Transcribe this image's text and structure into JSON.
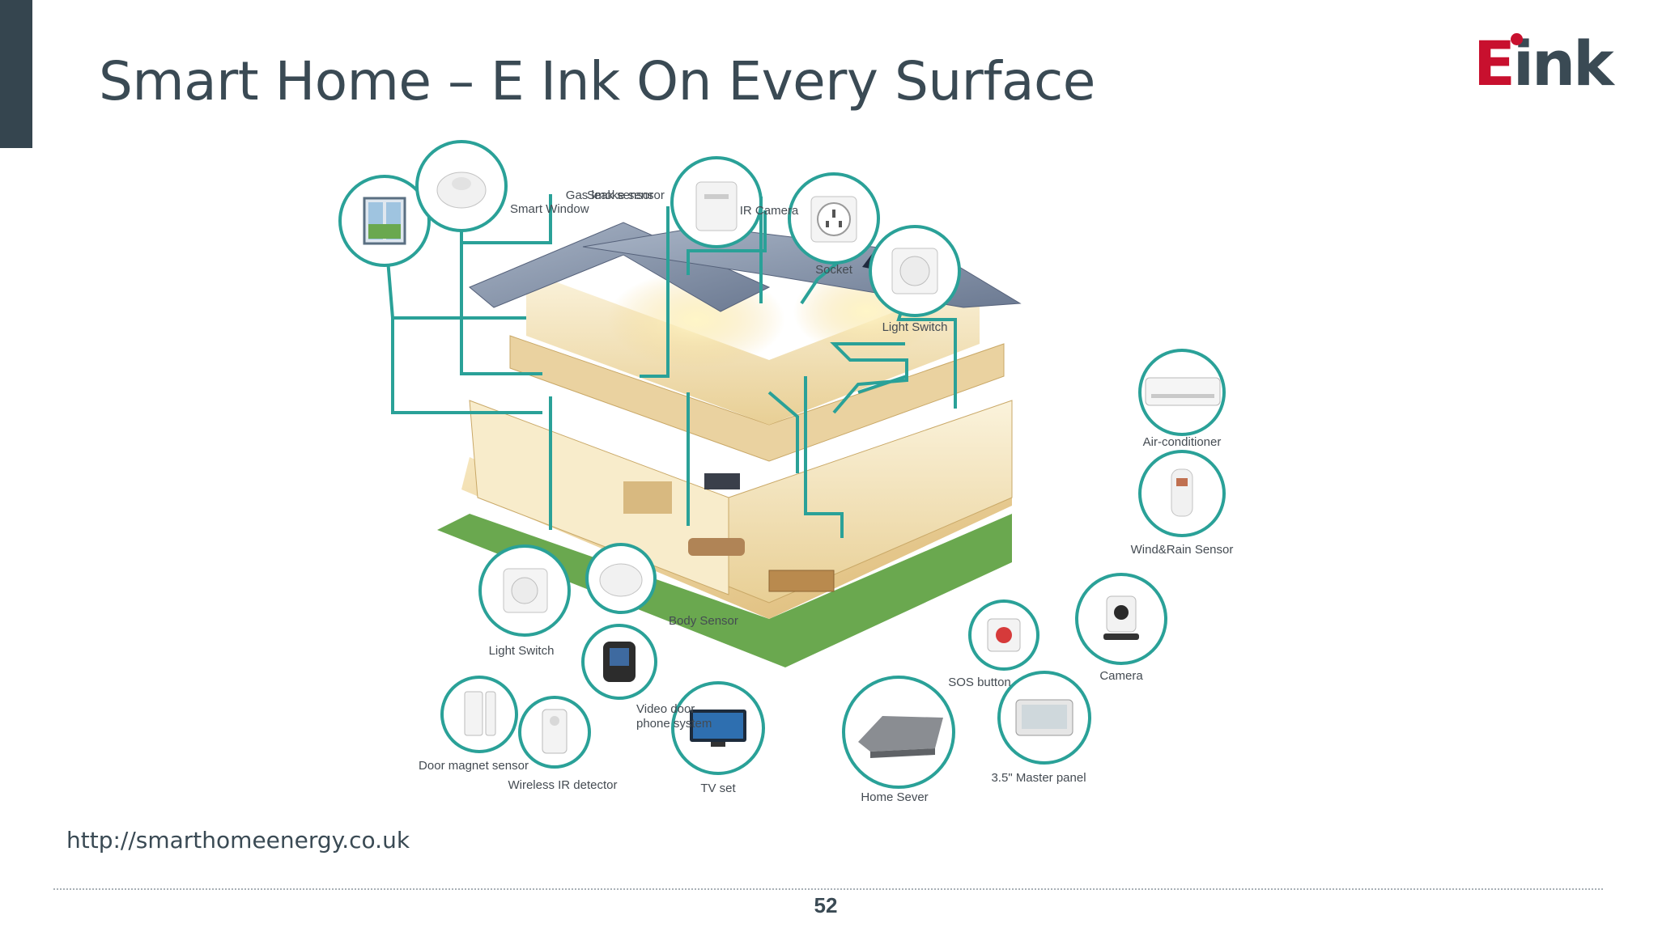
{
  "slide": {
    "title": "Smart Home – E Ink On Every Surface",
    "logo_text": "Eink",
    "source_url": "http://smarthomeenergy.co.uk",
    "page_number": "52"
  },
  "colors": {
    "accent_teal": "#2aa198",
    "title_text": "#3a4a54",
    "side_bar": "#35454f",
    "logo_red": "#c8102e"
  },
  "devices": {
    "smart_window": "Smart Window",
    "gas_leak_sensor": "Gas leak sensor",
    "smoke_sensor": "Smoke sensor",
    "ir_camera": "IR Camera",
    "socket": "Socket",
    "light_switch_top": "Light Switch",
    "air_conditioner": "Air-conditioner",
    "wind_rain_sensor": "Wind&Rain Sensor",
    "camera": "Camera",
    "body_sensor": "Body Sensor",
    "light_switch_bottom": "Light Switch",
    "video_door_phone_line1": "Video door",
    "video_door_phone_line2": "phone system",
    "door_magnet_sensor": "Door magnet sensor",
    "wireless_ir_detector": "Wireless IR detector",
    "tv_set": "TV set",
    "home_server": "Home Sever",
    "sos_button": "SOS button",
    "master_panel": "3.5\" Master panel"
  }
}
